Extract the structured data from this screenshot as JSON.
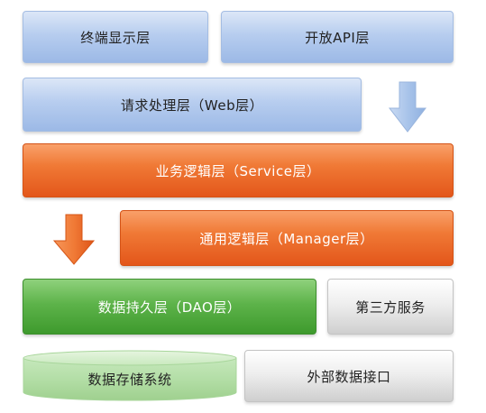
{
  "layers": {
    "terminal_display": "终端显示层",
    "open_api": "开放API层",
    "request_processing": "请求处理层（Web层）",
    "business_logic": "业务逻辑层（Service层）",
    "general_logic": "通用逻辑层（Manager层）",
    "data_persistence": "数据持久层（DAO层）",
    "third_party": "第三方服务",
    "data_storage": "数据存储系统",
    "external_interface": "外部数据接口"
  },
  "colors": {
    "blue_layer": "#b7cdef",
    "orange_layer": "#f07a36",
    "green_layer": "#5db34a",
    "grey_layer": "#eeeeee",
    "blue_arrow": "#a9c4ea",
    "orange_arrow": "#f07a36"
  },
  "icons": {
    "down_arrow_blue": "down-arrow-icon",
    "down_arrow_orange": "down-arrow-icon",
    "storage_cylinder": "database-cylinder-icon"
  }
}
